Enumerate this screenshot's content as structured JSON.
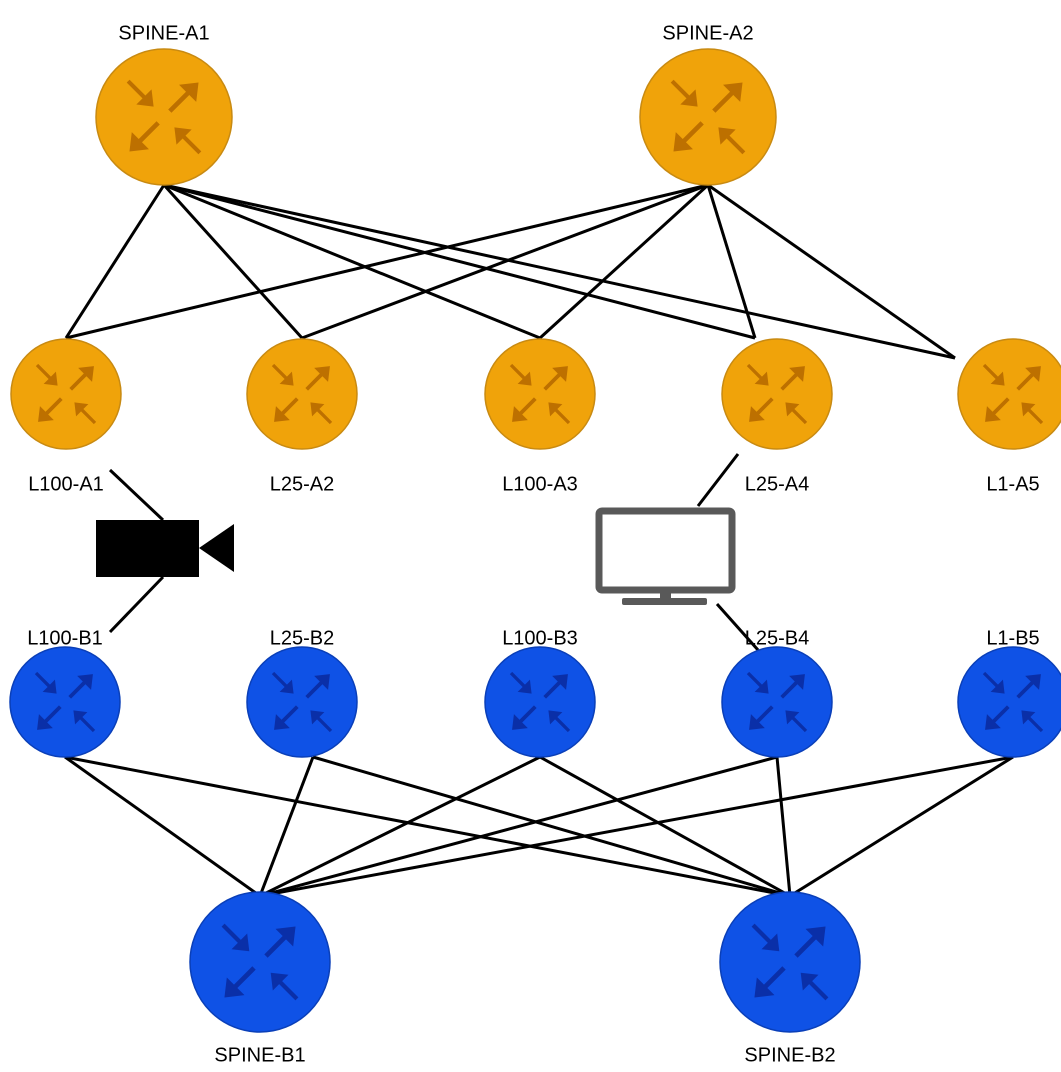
{
  "colors": {
    "site_a_fill": "#F0A30A",
    "site_a_stroke": "#C88A12",
    "site_a_arrows": "#BD7000",
    "site_b_fill": "#0F52E6",
    "site_b_stroke": "#0A3FB8",
    "site_b_arrows": "#0A2FA8",
    "link": "#000000",
    "monitor": "#595959",
    "camera": "#000000"
  },
  "nodes": {
    "spine_a1": {
      "label": "SPINE-A1",
      "icon": "router-icon"
    },
    "spine_a2": {
      "label": "SPINE-A2",
      "icon": "router-icon"
    },
    "leaf_a1": {
      "label": "L100-A1",
      "icon": "router-icon"
    },
    "leaf_a2": {
      "label": "L25-A2",
      "icon": "router-icon"
    },
    "leaf_a3": {
      "label": "L100-A3",
      "icon": "router-icon"
    },
    "leaf_a4": {
      "label": "L25-A4",
      "icon": "router-icon"
    },
    "leaf_a5": {
      "label": "L1-A5",
      "icon": "router-icon"
    },
    "leaf_b1": {
      "label": "L100-B1",
      "icon": "router-icon"
    },
    "leaf_b2": {
      "label": "L25-B2",
      "icon": "router-icon"
    },
    "leaf_b3": {
      "label": "L100-B3",
      "icon": "router-icon"
    },
    "leaf_b4": {
      "label": "L25-B4",
      "icon": "router-icon"
    },
    "leaf_b5": {
      "label": "L1-B5",
      "icon": "router-icon"
    },
    "spine_b1": {
      "label": "SPINE-B1",
      "icon": "router-icon"
    },
    "spine_b2": {
      "label": "SPINE-B2",
      "icon": "router-icon"
    }
  },
  "devices": {
    "camera": {
      "icon": "video-camera-icon"
    },
    "monitor": {
      "icon": "monitor-icon"
    }
  },
  "links": [
    [
      "spine_a1",
      "leaf_a1"
    ],
    [
      "spine_a1",
      "leaf_a2"
    ],
    [
      "spine_a1",
      "leaf_a3"
    ],
    [
      "spine_a1",
      "leaf_a4"
    ],
    [
      "spine_a1",
      "leaf_a5"
    ],
    [
      "spine_a2",
      "leaf_a1"
    ],
    [
      "spine_a2",
      "leaf_a2"
    ],
    [
      "spine_a2",
      "leaf_a3"
    ],
    [
      "spine_a2",
      "leaf_a4"
    ],
    [
      "spine_a2",
      "leaf_a5"
    ],
    [
      "spine_b1",
      "leaf_b1"
    ],
    [
      "spine_b1",
      "leaf_b2"
    ],
    [
      "spine_b1",
      "leaf_b3"
    ],
    [
      "spine_b1",
      "leaf_b4"
    ],
    [
      "spine_b1",
      "leaf_b5"
    ],
    [
      "spine_b2",
      "leaf_b1"
    ],
    [
      "spine_b2",
      "leaf_b2"
    ],
    [
      "spine_b2",
      "leaf_b3"
    ],
    [
      "spine_b2",
      "leaf_b4"
    ],
    [
      "spine_b2",
      "leaf_b5"
    ],
    [
      "leaf_a1",
      "camera"
    ],
    [
      "camera",
      "leaf_b1"
    ],
    [
      "leaf_a4",
      "monitor"
    ],
    [
      "monitor",
      "leaf_b4"
    ]
  ]
}
